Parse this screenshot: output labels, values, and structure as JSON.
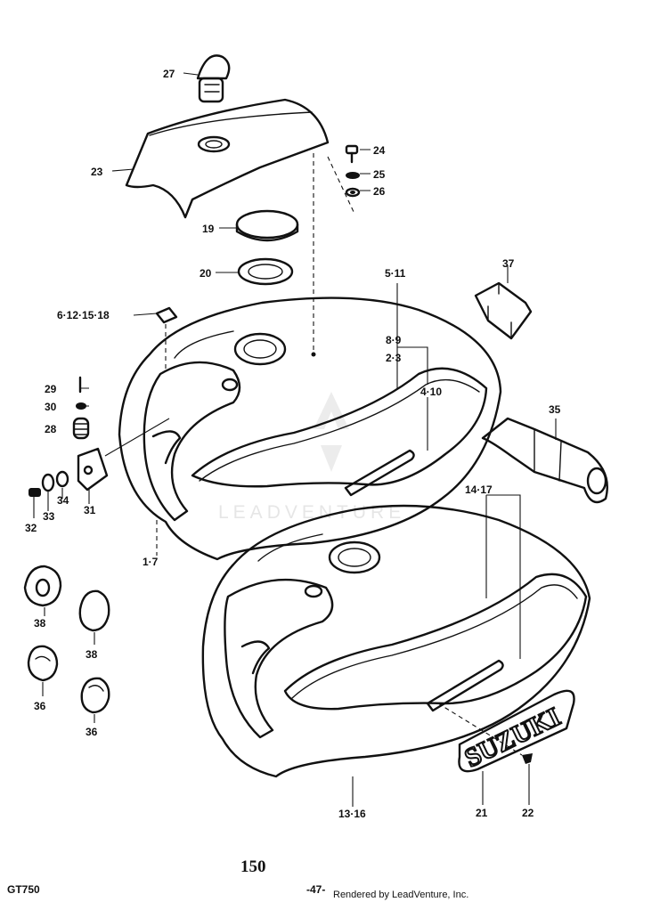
{
  "watermark": "LEADVENTURE",
  "badge_text": "SUZUKI",
  "labels": {
    "p27": "27",
    "p23": "23",
    "p24": "24",
    "p25": "25",
    "p26": "26",
    "p19": "19",
    "p20": "20",
    "p5_11": "5·11",
    "p37": "37",
    "p6_18": "6·12·15·18",
    "p8_9": "8·9",
    "p2_3": "2·3",
    "p29": "29",
    "p30": "30",
    "p28": "28",
    "p4_10": "4·10",
    "p35": "35",
    "p34": "34",
    "p31": "31",
    "p32": "32",
    "p33": "33",
    "p14_17": "14·17",
    "p1_7": "1·7",
    "p38a": "38",
    "p38b": "38",
    "p36a": "36",
    "p36b": "36",
    "p13_16": "13·16",
    "p21": "21",
    "p22": "22"
  },
  "footer": {
    "model": "GT750",
    "page_number": "150",
    "sub_page": "-47-",
    "credit": "Rendered by LeadVenture, Inc."
  }
}
